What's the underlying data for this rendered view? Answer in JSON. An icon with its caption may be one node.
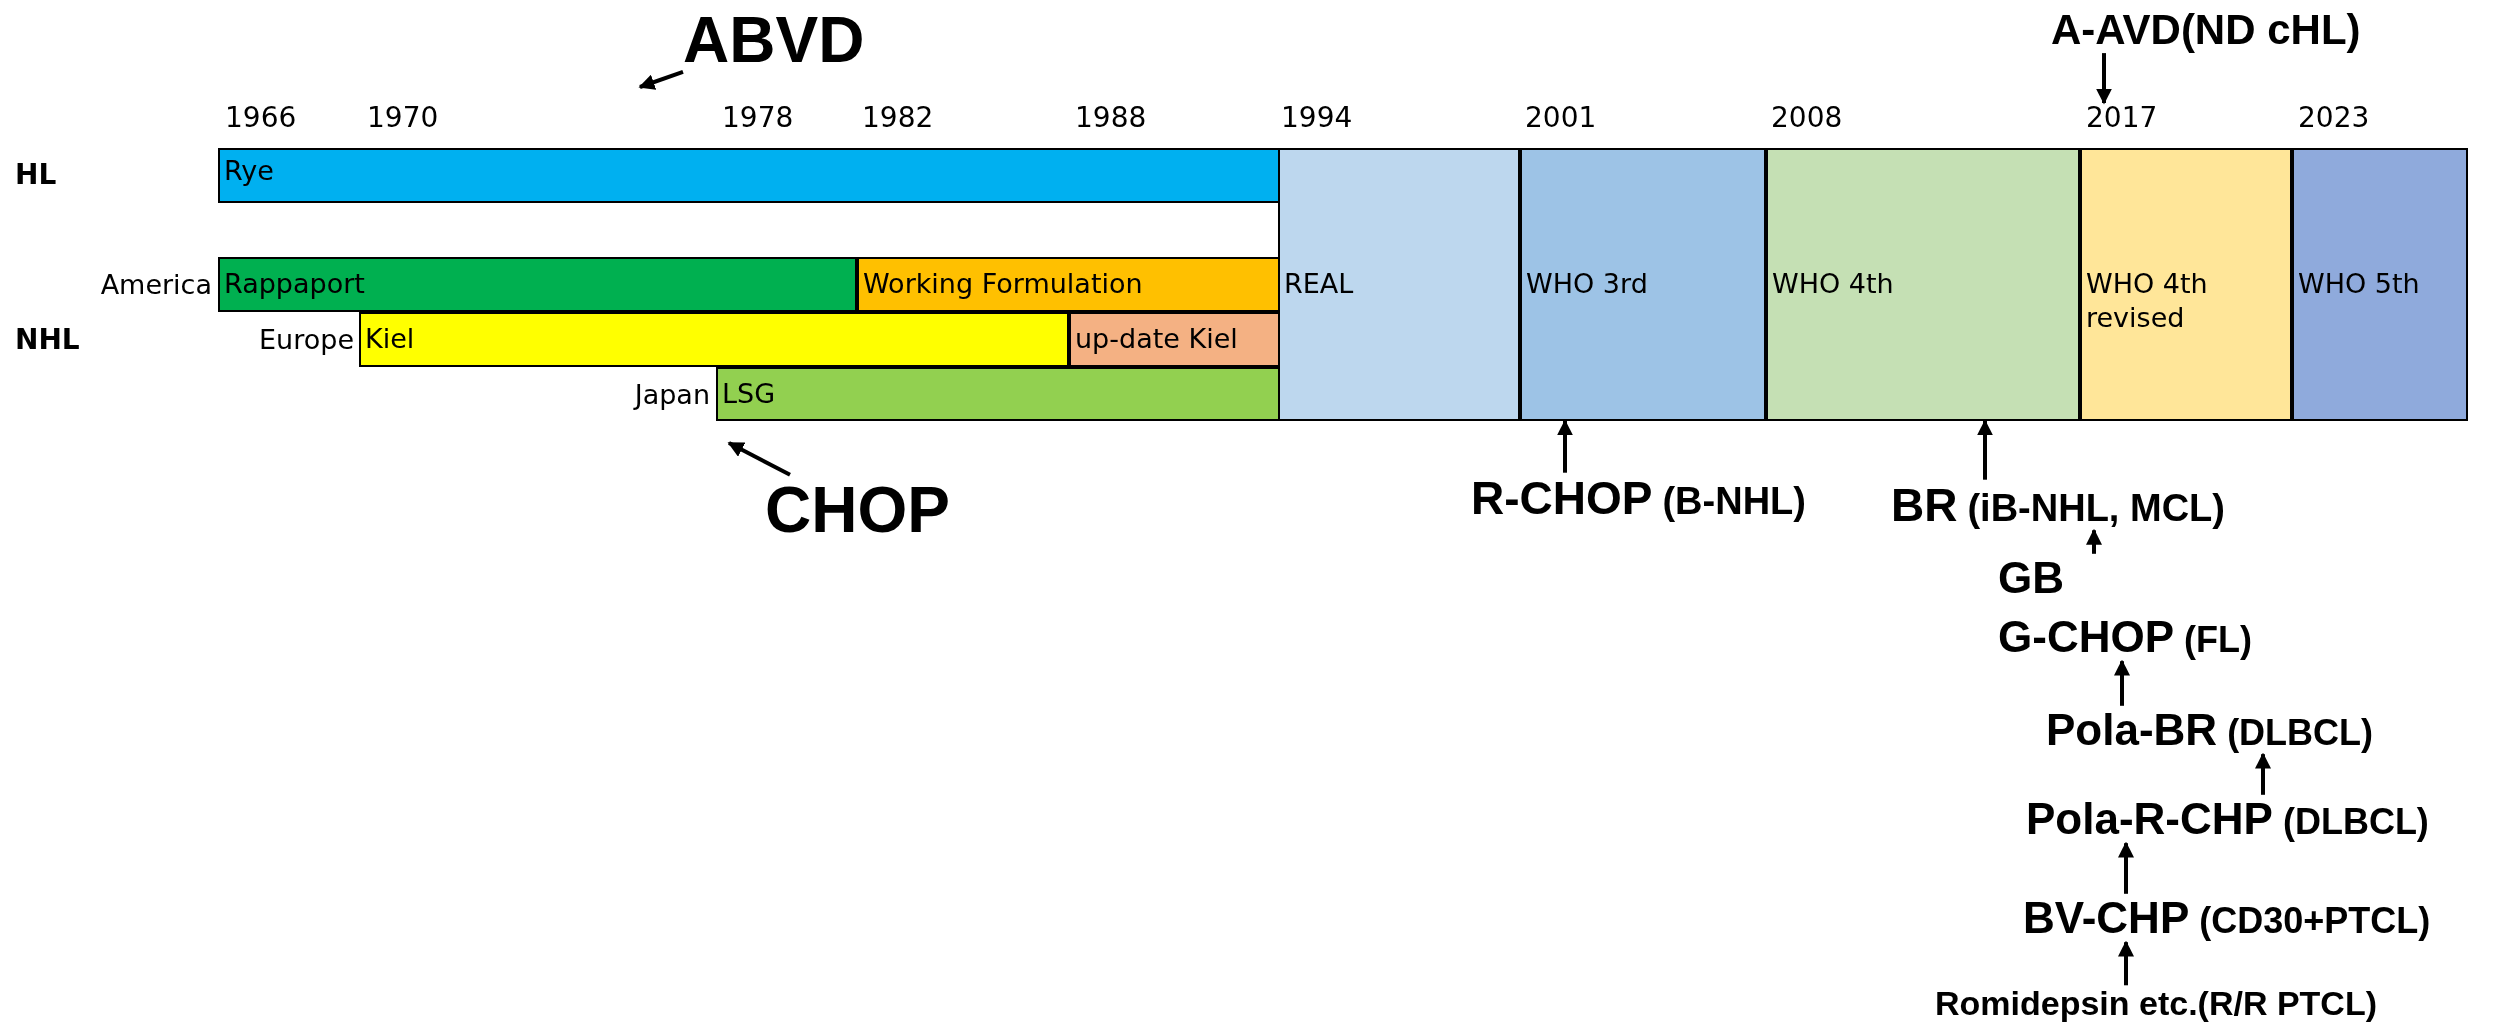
{
  "diagram": {
    "nodes": [
      {
        "text": [
          "ABVD"
        ]
      },
      {
        "text": [
          "A-AVD(ND cHL)"
        ]
      },
      {
        "text": [
          "Rye"
        ]
      },
      {
        "text": [
          "Rappaport"
        ],
        "beside": [
          "America"
        ]
      },
      {
        "text": [
          "Working Formulation"
        ]
      },
      {
        "text": [
          "Kiel"
        ],
        "beside": [
          "Europe"
        ]
      },
      {
        "text": [
          "up-date Kiel"
        ]
      },
      {
        "text": [
          "LSG"
        ],
        "beside": [
          "Japan"
        ]
      },
      {
        "text": [
          "REAL"
        ]
      },
      {
        "text": [
          "WHO 3rd"
        ]
      },
      {
        "text": [
          "WHO 4th"
        ]
      },
      {
        "text": [
          "WHO 4th revised"
        ]
      },
      {
        "text": [
          "WHO 5th"
        ]
      },
      {
        "text": [
          "CHOP"
        ]
      },
      {
        "text": [
          "R-CHOP",
          "(B-NHL)"
        ]
      },
      {
        "text": [
          "BR",
          "(iB-NHL, MCL)"
        ]
      },
      {
        "text": [
          "GB"
        ]
      },
      {
        "text": [
          "G-CHOP",
          "(FL)"
        ]
      },
      {
        "text": [
          "Pola-BR",
          "(DLBCL)"
        ]
      },
      {
        "text": [
          "Pola-R-CHP",
          "(DLBCL)"
        ]
      },
      {
        "text": [
          "BV-CHP",
          "(CD30+PTCL)"
        ]
      },
      {
        "text": [
          "Romidepsin etc.(R/R PTCL)"
        ]
      },
      {
        "text": [
          "2017"
        ]
      }
    ],
    "edges": [
      {
        "from": 0,
        "to": null,
        "arrow": "to"
      },
      {
        "from": 1,
        "to": 22,
        "arrow": "to"
      },
      {
        "from": 13,
        "to": null,
        "arrow": "to"
      },
      {
        "from": 14,
        "to": 9,
        "arrow": "to"
      },
      {
        "from": 15,
        "to": 10,
        "arrow": "to"
      },
      {
        "from": 16,
        "to": 15,
        "arrow": "to"
      },
      {
        "from": 18,
        "to": 17,
        "arrow": "to"
      },
      {
        "from": 19,
        "to": 18,
        "arrow": "to"
      },
      {
        "from": 20,
        "to": 19,
        "arrow": "to"
      },
      {
        "from": 21,
        "to": 20,
        "arrow": "to"
      }
    ],
    "labels": [
      "1966",
      "1970",
      "1978",
      "1982",
      "1988",
      "1994",
      "2001",
      "2008",
      "2023",
      "HL",
      "NHL"
    ]
  }
}
